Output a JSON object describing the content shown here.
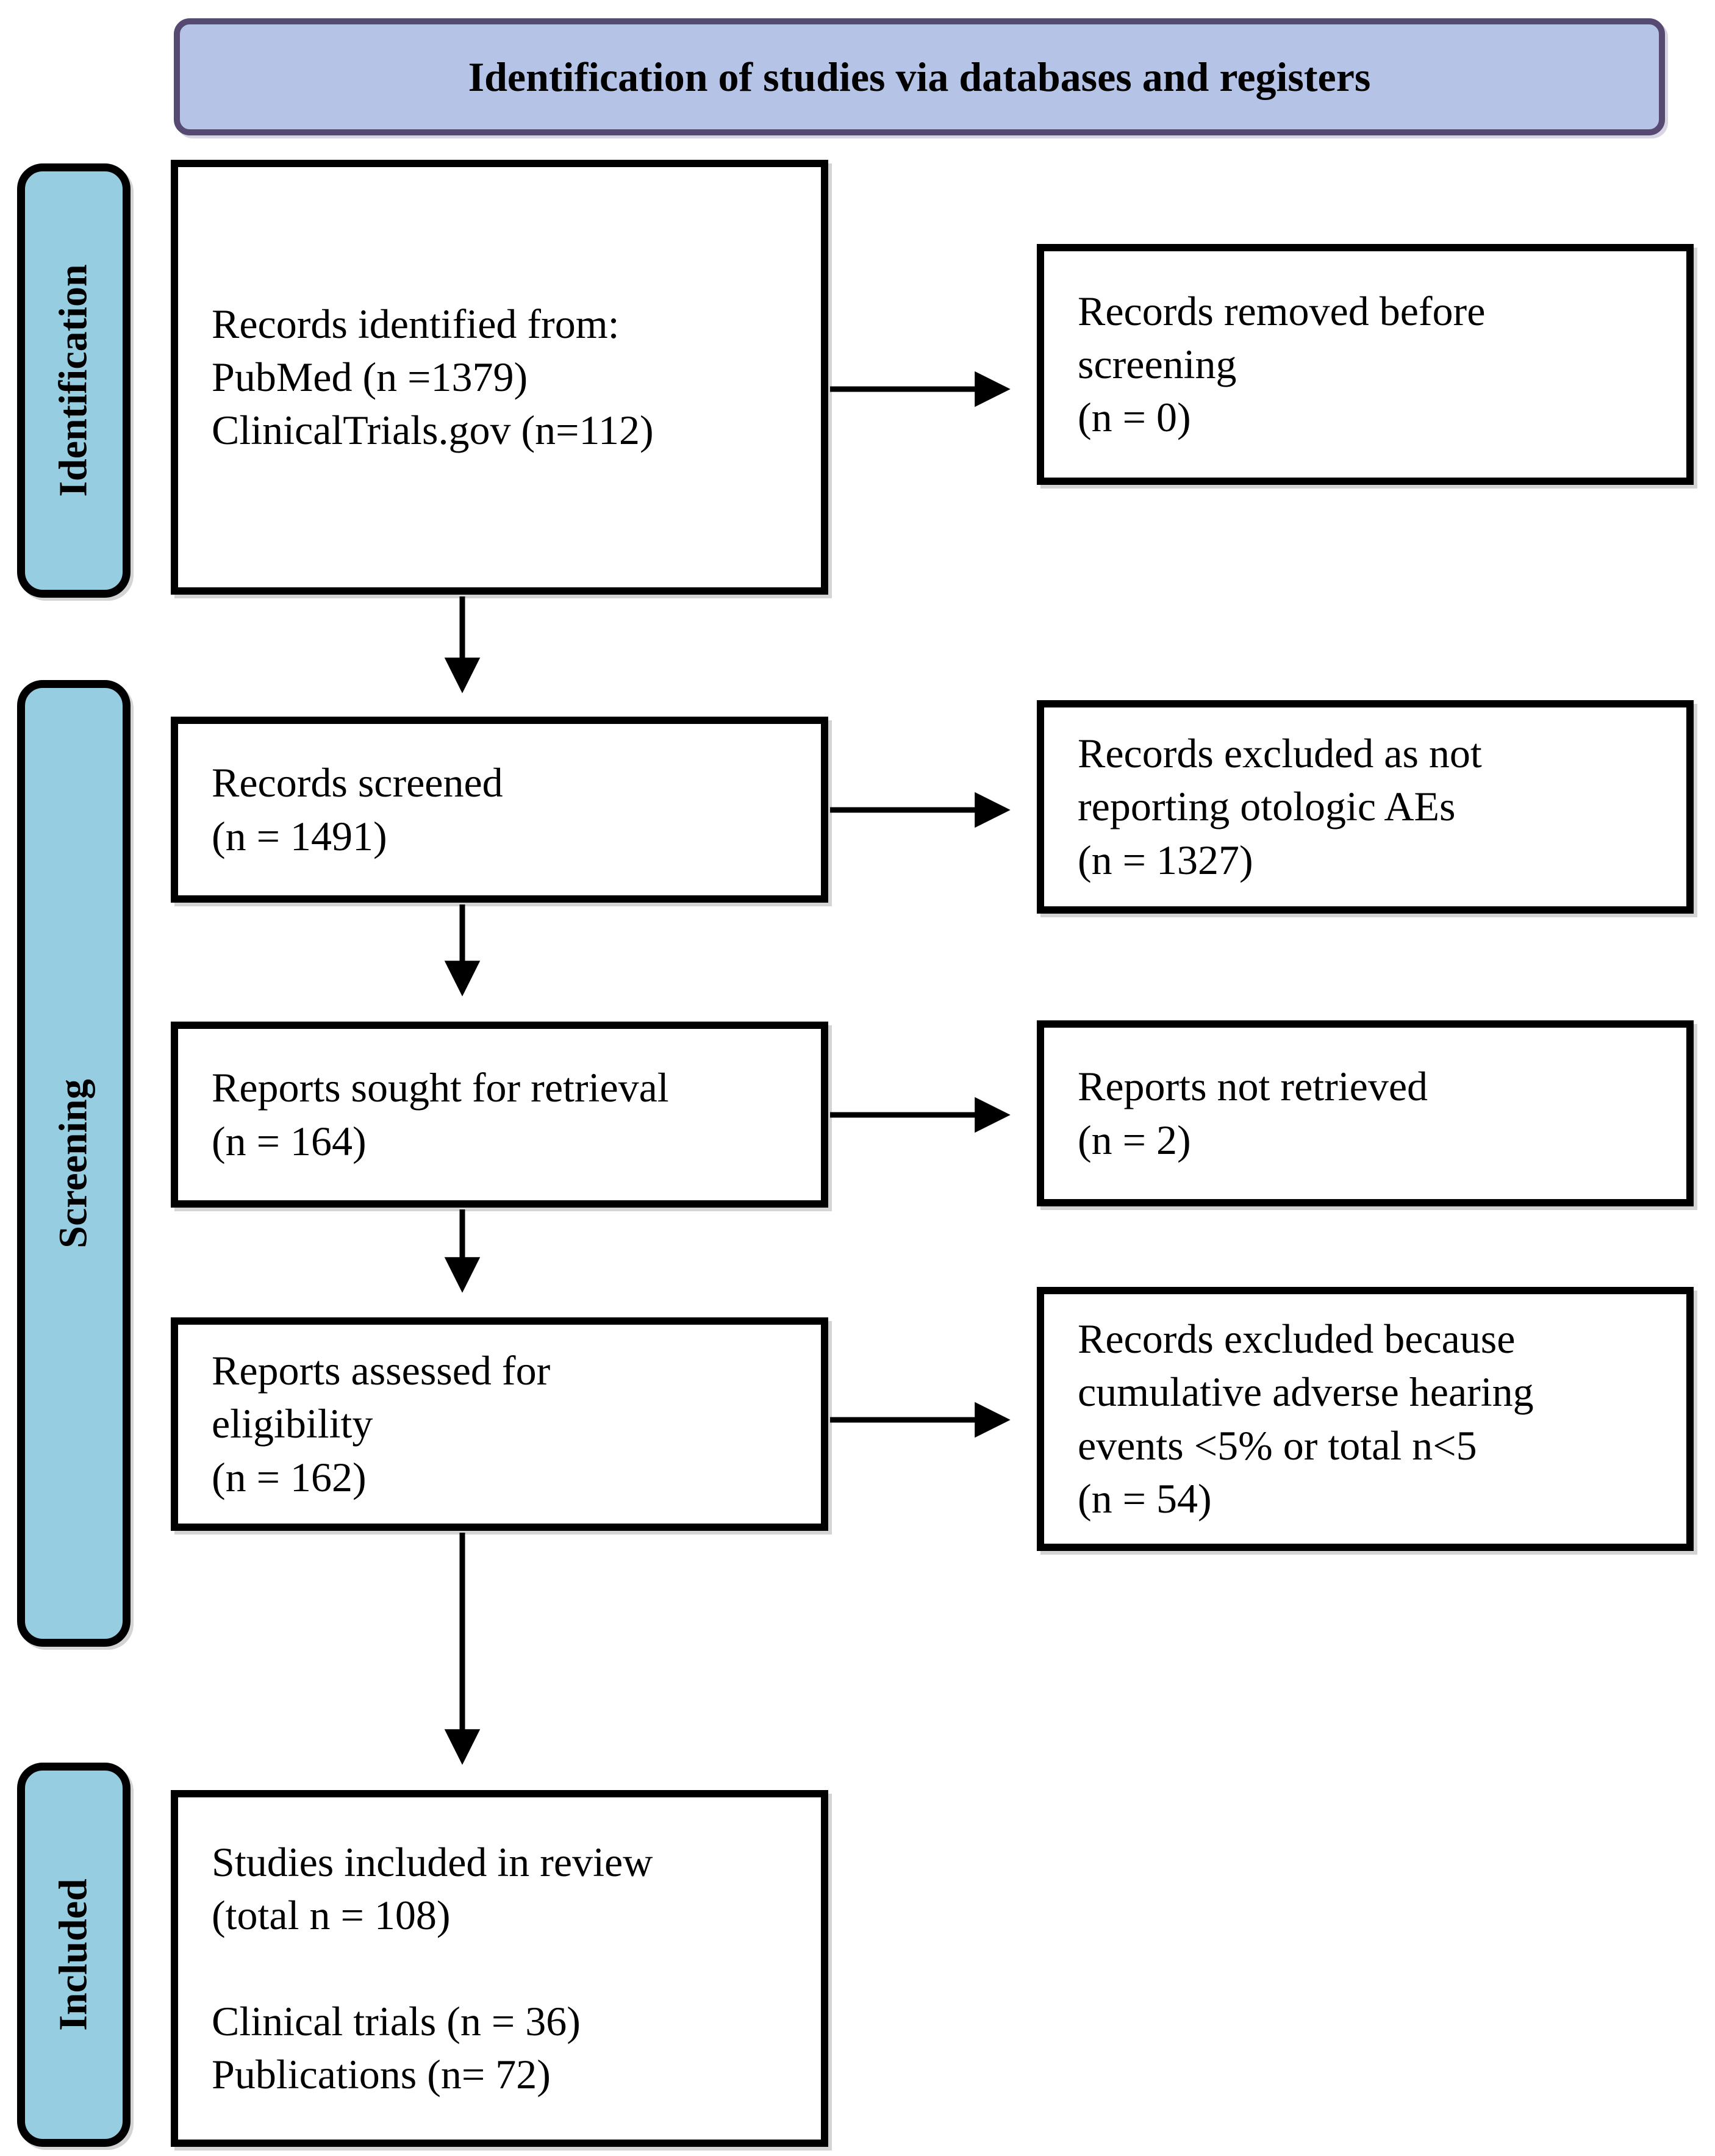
{
  "title": "Identification of studies via databases and registers",
  "colors": {
    "header_fill": "#b5c4e6",
    "header_border": "#564a72",
    "stage_fill": "#96cde0",
    "arrow": "#000000"
  },
  "stages": {
    "identification": "Identification",
    "screening": "Screening",
    "included": "Included"
  },
  "flow": {
    "records_identified": "Records identified from:\nPubMed (n =1379)\nClinicalTrials.gov (n=112)",
    "records_screened": "Records screened\n(n = 1491)",
    "reports_sought": "Reports sought for retrieval\n(n = 164)",
    "reports_assessed": "Reports assessed for\neligibility\n(n = 162)",
    "studies_included": "Studies included in review\n(total n = 108)\n\nClinical trials (n = 36)\nPublications (n= 72)"
  },
  "exclusions": {
    "records_removed": "Records removed before\nscreening\n(n = 0)",
    "records_excluded": "Records excluded as not\nreporting otologic AEs\n(n = 1327)",
    "reports_not_retrieved": "Reports not retrieved\n(n = 2)",
    "records_excluded_criteria": "Records excluded because\ncumulative adverse hearing\nevents <5% or total n<5\n(n = 54)"
  }
}
